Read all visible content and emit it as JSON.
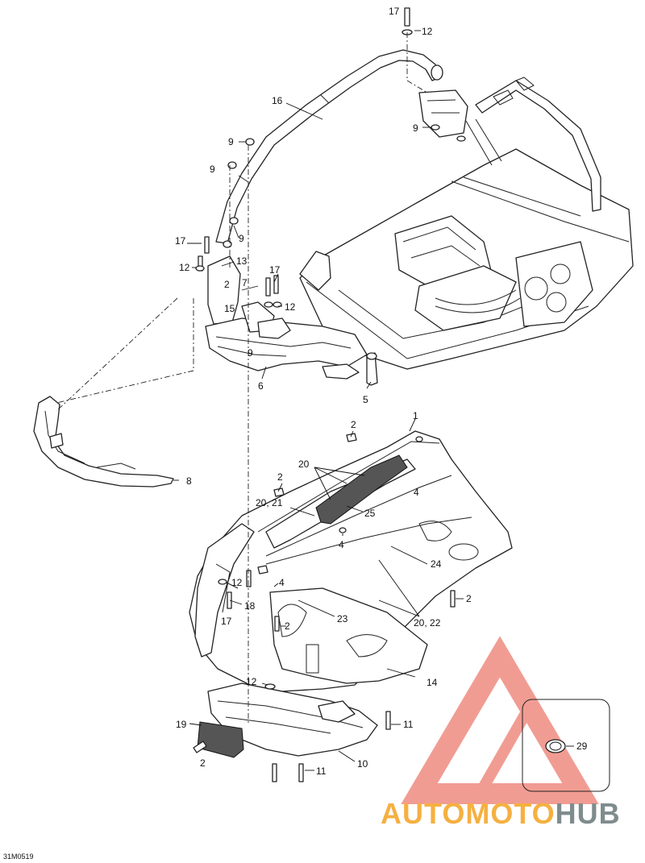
{
  "drawing_code": "31M0519",
  "watermark": {
    "part1": "AUTOMOTO",
    "part2": "HUB",
    "auto_color": "#f5b041",
    "hub_color": "#7f8c8d",
    "logo_color": "#e74c3c"
  },
  "callouts": {
    "c17a": "17",
    "c12a": "12",
    "c16": "16",
    "c9a": "9",
    "c9b": "9",
    "c9c": "9",
    "c9d": "9",
    "c17b": "17",
    "c12b": "12",
    "c13": "13",
    "c2a": "2",
    "c7": "7",
    "c17c": "17",
    "c15": "15",
    "c12c": "12",
    "c9e": "9",
    "c6": "6",
    "c5": "5",
    "c8": "8",
    "c1": "1",
    "c2b": "2",
    "c20a": "20",
    "c2c": "2",
    "c4a": "4",
    "c2021": "20, 21",
    "c25": "25",
    "c4b": "4",
    "c24": "24",
    "c12d": "12",
    "c4c": "4",
    "c18": "18",
    "c2d": "2",
    "c17d": "17",
    "c2e": "2",
    "c23": "23",
    "c2022": "20, 22",
    "c14": "14",
    "c12e": "12",
    "c11a": "11",
    "c19": "19",
    "c2f": "2",
    "c10": "10",
    "c11b": "11",
    "c29": "29"
  }
}
